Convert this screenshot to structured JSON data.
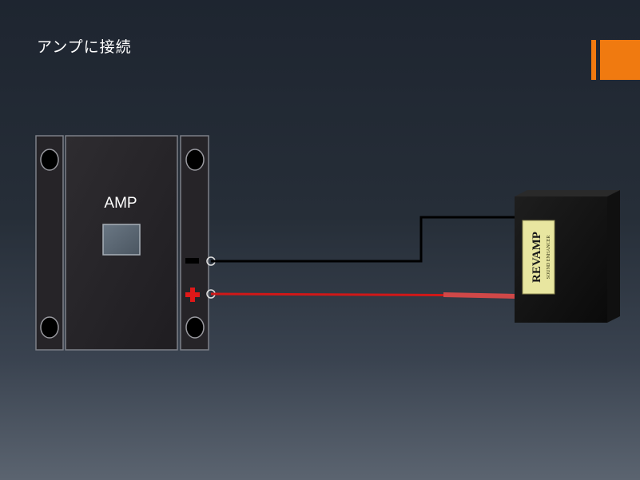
{
  "slide": {
    "title": "アンプに接続",
    "accent_color": "#f07a10"
  },
  "amp": {
    "label": "AMP",
    "negative_terminal_symbol": "minus",
    "positive_terminal_symbol": "plus"
  },
  "device": {
    "brand": "REVAMP",
    "subtext": "SOUND ENHANCER"
  },
  "wires": {
    "negative_color": "#000000",
    "positive_color": "#d01818"
  }
}
